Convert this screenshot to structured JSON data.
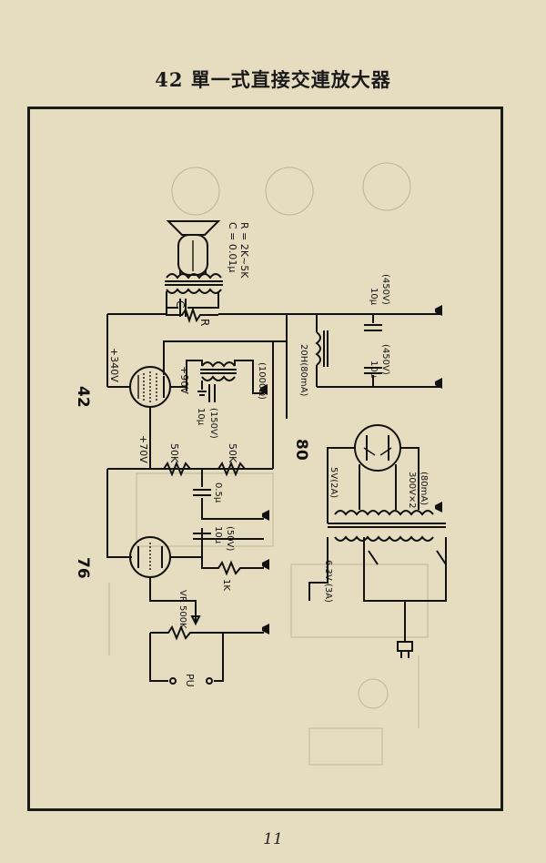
{
  "header": {
    "title": "42 單一式直接交連放大器"
  },
  "footer": {
    "page_number": "11"
  },
  "tube_labels": {
    "output": "42",
    "preamp": "76",
    "rectifier": "80"
  },
  "component_labels": {
    "speaker_cap": "C = 0.01μ",
    "speaker_res": "R = 2K~5K",
    "c": "C",
    "r": "R",
    "b_plus": "+340V",
    "screen_v": "+90V",
    "field_coil": "(1000Ω)",
    "bypass_cap": "10μ",
    "bypass_v": "(150V)",
    "plate_v": "+70V",
    "r50k_a": "50K",
    "r50k_b": "50K",
    "coupling_cap": "0.5μ",
    "cathode_cap": "10μ",
    "cathode_v": "(50V)",
    "cathode_res": "1K",
    "volume": "VR 500K",
    "pickup": "PU",
    "choke": "20H(80mA)",
    "filter_cap1": "10μ",
    "filter_v1": "(450V)",
    "filter_cap2": "10μ",
    "filter_v2": "(450V)",
    "hv_winding": "300V×2",
    "hv_current": "(80mA)",
    "fil_5v": "5V(2A)",
    "fil_63v": "6.3V (3A)"
  }
}
